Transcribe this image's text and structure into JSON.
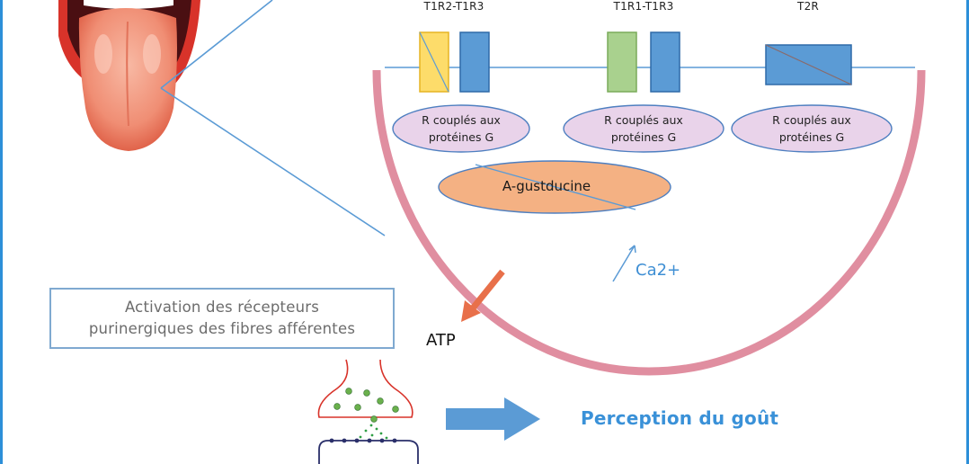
{
  "receptors": [
    {
      "name": "T1R2-T1R3",
      "colors": [
        "#fddc6a",
        "#5b9bd5"
      ]
    },
    {
      "name": "T1R1-T1R3",
      "colors": [
        "#a9d18e",
        "#5b9bd5"
      ]
    },
    {
      "name": "T2R",
      "colors": [
        "#5b9bd5"
      ]
    }
  ],
  "g_protein_label_line1": "R couplés aux",
  "g_protein_label_line2": "protéines G",
  "gustducin_label": "A-gustducine",
  "calcium_label": "Ca2+",
  "atp_label": "ATP",
  "activation_line1": "Activation des récepteurs",
  "activation_line2": "purinergiques des fibres afférentes",
  "perception_label": "Perception du goût",
  "colors": {
    "frame": "#2d8fd8",
    "cell_membrane": "#e08ea0",
    "g_protein_fill": "#e9d3ea",
    "g_protein_stroke": "#4e7fc0",
    "gustducin_fill": "#f4b183",
    "atp_arrow": "#e8704a",
    "perception_arrow": "#5b9bd5",
    "line": "#5b9bd5"
  }
}
